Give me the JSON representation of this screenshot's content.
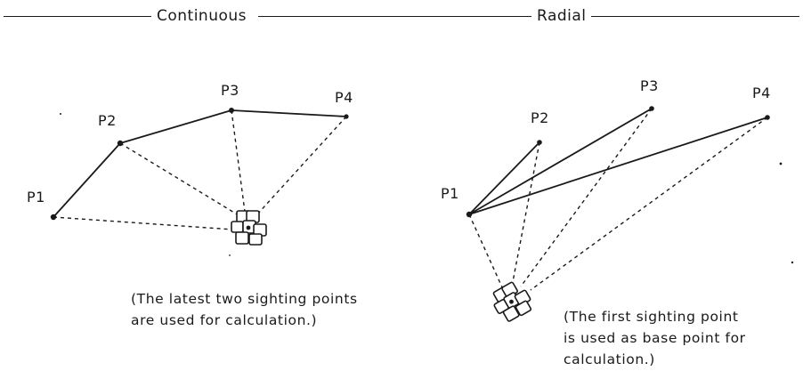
{
  "headers": {
    "continuous": "Continuous",
    "radial": "Radial"
  },
  "continuous": {
    "points": [
      "P1",
      "P2",
      "P3",
      "P4"
    ],
    "caption": "(The latest two sighting points\nare used for calculation.)"
  },
  "radial": {
    "points": [
      "P1",
      "P2",
      "P3",
      "P4"
    ],
    "caption": "(The first sighting point\nis used as base point for\ncalculation.)"
  },
  "instrument_icon": "surveying-instrument-icon"
}
